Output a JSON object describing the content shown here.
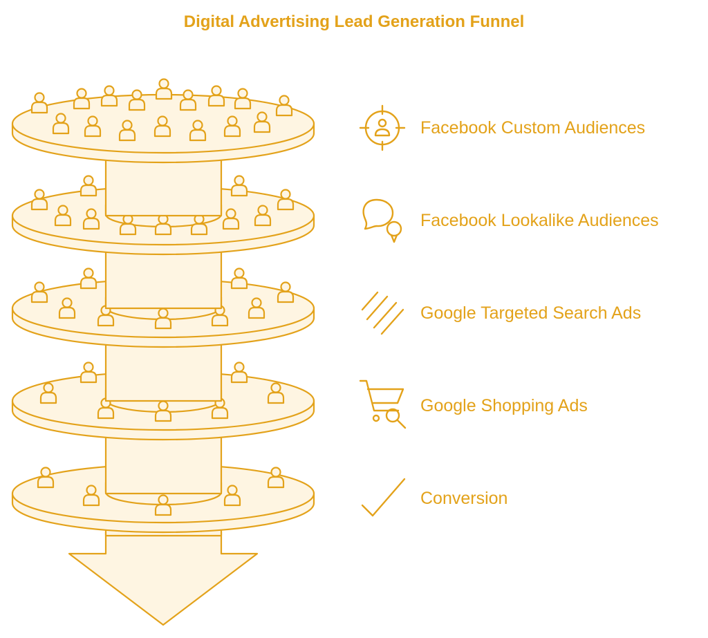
{
  "title": "Digital Advertising Lead Generation Funnel",
  "colors": {
    "stroke": "#E3A21A",
    "fill": "#FEF5E2",
    "text": "#E3A21A"
  },
  "stages": [
    {
      "label": "Facebook Custom Audiences",
      "icon": "target-person-icon"
    },
    {
      "label": "Facebook Lookalike Audiences",
      "icon": "chat-bubbles-icon"
    },
    {
      "label": "Google Targeted Search Ads",
      "icon": "stripes-icon"
    },
    {
      "label": "Google Shopping Ads",
      "icon": "shopping-cart-search-icon"
    },
    {
      "label": "Conversion",
      "icon": "checkmark-icon"
    }
  ]
}
